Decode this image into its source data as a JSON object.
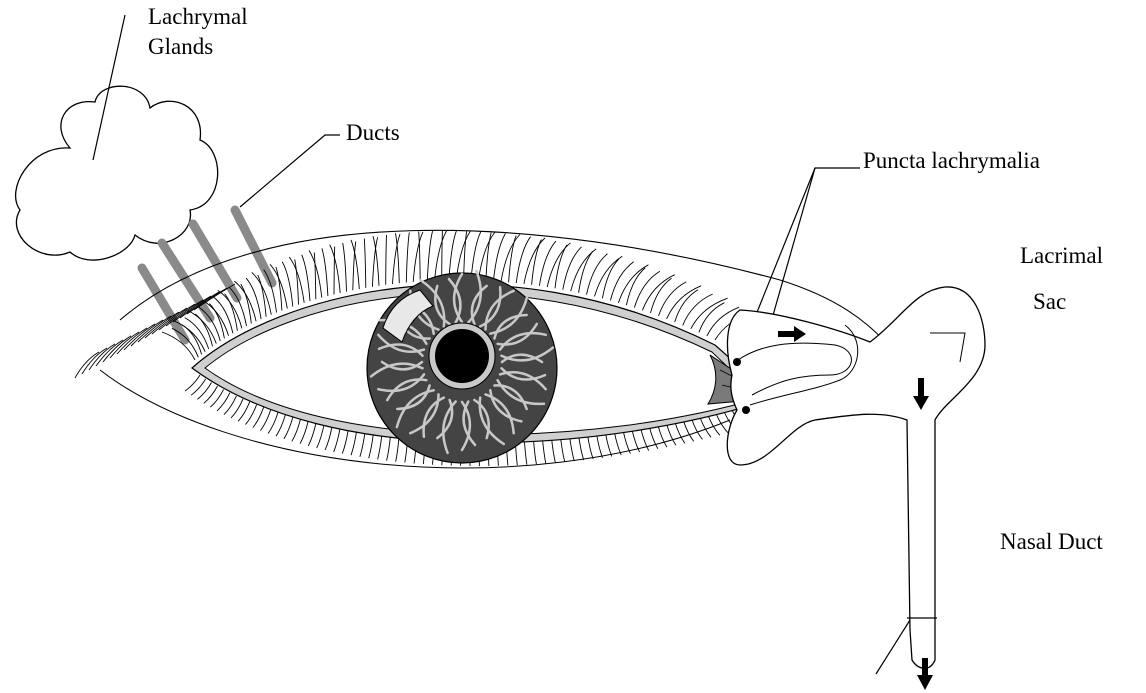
{
  "labels": {
    "glands_line1": "Lachrymal",
    "glands_line2": "Glands",
    "ducts": "Ducts",
    "puncta": "Puncta lachrymalia",
    "sac_line1": "Lacrimal",
    "sac_line2": "Sac",
    "nasal_duct": "Nasal Duct"
  },
  "colors": {
    "iris": "#444444",
    "iris_fibers": "#c8c8c8",
    "pupil": "#000000",
    "eyelid_rim": "#d0d0d0",
    "ducts": "#8a8a8a",
    "caruncle": "#7a7a7a",
    "stroke": "#000000"
  },
  "icons": [
    "arrow-right-icon",
    "arrow-down-icon"
  ]
}
